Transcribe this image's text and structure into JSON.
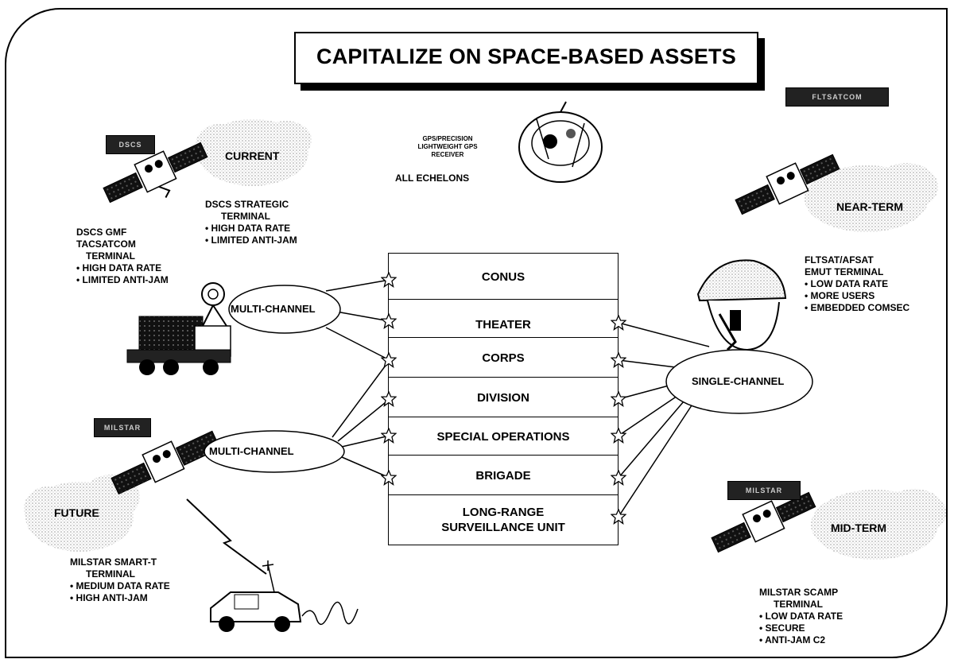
{
  "title": "CAPITALIZE ON SPACE-BASED ASSETS",
  "echelons": [
    "CONUS",
    "THEATER",
    "CORPS",
    "DIVISION",
    "SPECIAL OPERATIONS",
    "BRIGADE",
    "LONG-RANGE SURVEILLANCE UNIT"
  ],
  "current": {
    "tag": "DSCS",
    "cloud_label": "CURRENT",
    "terminal_left": {
      "heading": [
        "DSCS GMF",
        "TACSATCOM",
        "TERMINAL"
      ],
      "bullets": [
        "HIGH DATA RATE",
        "LIMITED ANTI-JAM"
      ]
    },
    "terminal_right": {
      "heading": [
        "DSCS STRATEGIC",
        "TERMINAL"
      ],
      "bullets": [
        "HIGH DATA RATE",
        "LIMITED ANTI-JAM"
      ]
    }
  },
  "gps": {
    "heading": [
      "GPS/PRECISION",
      "LIGHTWEIGHT GPS",
      "RECEIVER"
    ],
    "subtitle": "ALL ECHELONS"
  },
  "near_term": {
    "tag": "FLTSATCOM",
    "cloud_label": "NEAR-TERM",
    "heading": [
      "FLTSAT/AFSAT",
      "EMUT TERMINAL"
    ],
    "bullets": [
      "LOW DATA RATE",
      "MORE USERS",
      "EMBEDDED COMSEC"
    ]
  },
  "future": {
    "tag": "MILSTAR",
    "cloud_label": "FUTURE",
    "heading": [
      "MILSTAR SMART-T",
      "TERMINAL"
    ],
    "bullets": [
      "MEDIUM DATA RATE",
      "HIGH ANTI-JAM"
    ]
  },
  "mid_term": {
    "tag": "MILSTAR",
    "cloud_label": "MID-TERM",
    "heading": [
      "MILSTAR SCAMP",
      "TERMINAL"
    ],
    "bullets": [
      "LOW DATA RATE",
      "SECURE",
      "ANTI-JAM C2"
    ]
  },
  "channels": {
    "multi_upper": "MULTI-CHANNEL",
    "multi_lower": "MULTI-CHANNEL",
    "single": "SINGLE-CHANNEL"
  }
}
